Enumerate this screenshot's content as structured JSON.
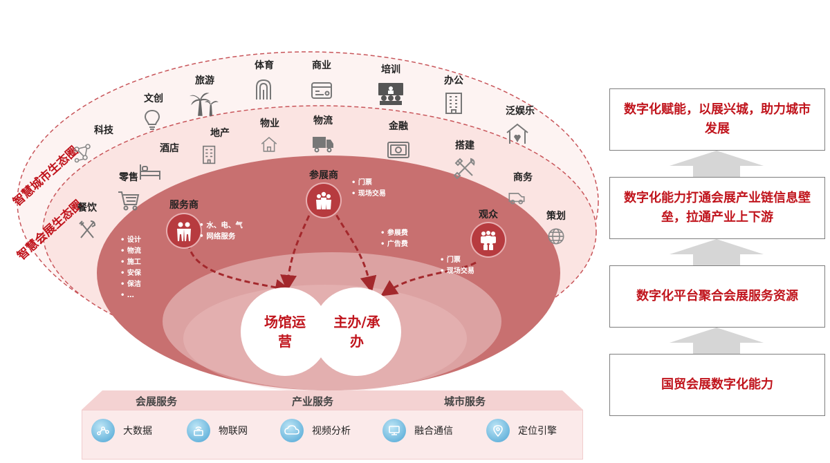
{
  "eco": {
    "city_circle": "智慧城市生态圈",
    "expo_circle": "智慧会展生态圈"
  },
  "city_nodes": [
    {
      "label": "科技",
      "icon": "molecule-icon"
    },
    {
      "label": "文创",
      "icon": "lightbulb-icon"
    },
    {
      "label": "旅游",
      "icon": "palm-tree-icon"
    },
    {
      "label": "体育",
      "icon": "track-icon"
    },
    {
      "label": "商业",
      "icon": "card-icon"
    },
    {
      "label": "培训",
      "icon": "classroom-icon"
    },
    {
      "label": "办公",
      "icon": "office-building-icon"
    },
    {
      "label": "泛娱乐",
      "icon": "tent-icon"
    }
  ],
  "expo_nodes": [
    {
      "label": "餐饮",
      "icon": "cutlery-icon"
    },
    {
      "label": "零售",
      "icon": "cart-icon"
    },
    {
      "label": "酒店",
      "icon": "bed-icon"
    },
    {
      "label": "地产",
      "icon": "building-icon"
    },
    {
      "label": "物业",
      "icon": "house-icon"
    },
    {
      "label": "物流",
      "icon": "truck-icon"
    },
    {
      "label": "金融",
      "icon": "money-icon"
    },
    {
      "label": "搭建",
      "icon": "tools-icon"
    },
    {
      "label": "商务",
      "icon": "car-icon"
    },
    {
      "label": "策划",
      "icon": "globe-icon"
    }
  ],
  "roles": {
    "service": {
      "label": "服务商",
      "services": [
        "水、电、气",
        "网络服务"
      ],
      "items": [
        "设计",
        "物流",
        "施工",
        "安保",
        "保洁",
        "…"
      ]
    },
    "exhibitor": {
      "label": "参展商",
      "items": [
        "门票",
        "现场交易"
      ],
      "fees": [
        "参展费",
        "广告费"
      ]
    },
    "audience": {
      "label": "观众",
      "items": [
        "门票",
        "现场交易"
      ]
    }
  },
  "core": {
    "venue": "场馆运营",
    "organizer": "主办/承办"
  },
  "platform": {
    "services": [
      "会展服务",
      "产业服务",
      "城市服务"
    ],
    "tech": [
      {
        "label": "大数据",
        "icon": "bigdata-icon"
      },
      {
        "label": "物联网",
        "icon": "iot-icon"
      },
      {
        "label": "视频分析",
        "icon": "cloud-icon"
      },
      {
        "label": "融合通信",
        "icon": "monitor-icon"
      },
      {
        "label": "定位引擎",
        "icon": "location-icon"
      }
    ]
  },
  "right": {
    "box1": "数字化赋能，以展兴城，助力城市发展",
    "box2": "数字化能力打通会展产业链信息壁垒，拉通产业上下游",
    "box3": "数字化平台聚合会展服务资源",
    "box4": "国贸会展数字化能力"
  },
  "colors": {
    "accent": "#c0141c",
    "ring_dark": "#c87070",
    "ring_mid": "#d99090",
    "ring_light": "#ecc0c0",
    "outer_fill": "#fdf3f2"
  }
}
